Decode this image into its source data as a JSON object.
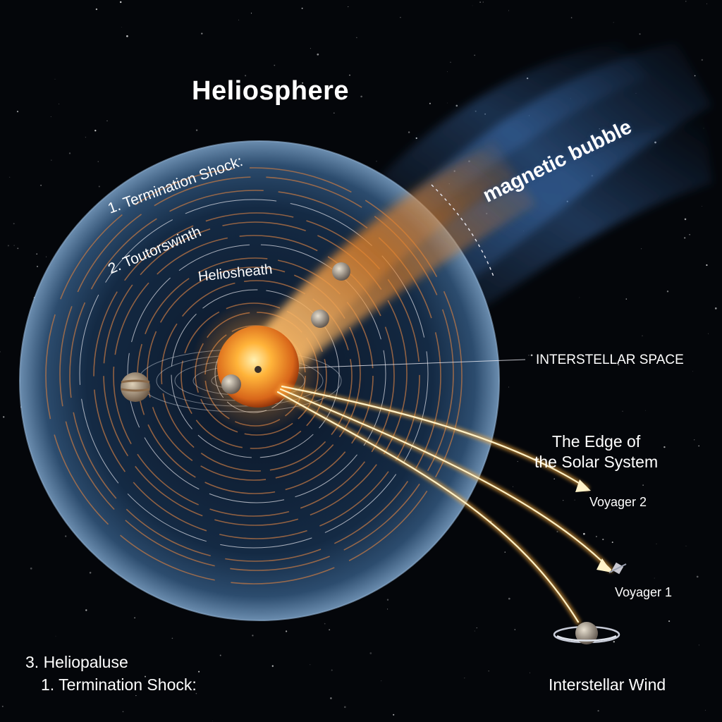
{
  "title": "Heliosphere",
  "labels": {
    "termination_shock": "1. Termination Shock:",
    "toutorswinth": "2. Toutorswinth",
    "heliosheath": "Heliosheath",
    "magnetic_bubble": "magnetic bubble",
    "interstellar_space": "INTERSTELLAR SPACE",
    "edge_line1": "The Edge of",
    "edge_line2": "the Solar System",
    "voyager2": "Voyager 2",
    "voyager1": "Voyager 1",
    "heliopause": "3. Heliopaluse",
    "termination_shock_2": "1. Termination Shock:",
    "interstellar_wind": "Interstellar Wind"
  },
  "colors": {
    "space": "#04060a",
    "bubble_edge": "#4a6e94",
    "orbit_line": "#c77a45",
    "sun_core": "#ffb43a",
    "trajectory": "#ffd27a",
    "tail_blue": "#2d5d9a",
    "tail_orange": "#e8852a"
  }
}
